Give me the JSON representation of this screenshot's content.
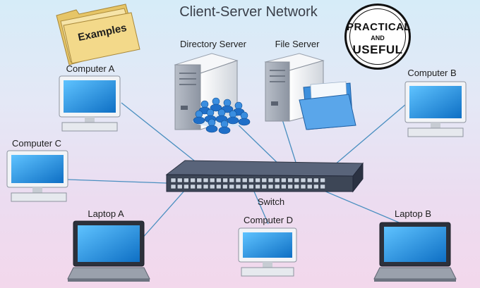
{
  "title": "Client-Server Network",
  "folder": {
    "label": "Examples"
  },
  "badge": {
    "line1": "PRACTICAL",
    "line2": "AND",
    "line3": "USEFUL"
  },
  "nodes": {
    "computer_a": "Computer A",
    "computer_b": "Computer B",
    "computer_c": "Computer C",
    "computer_d": "Computer D",
    "laptop_a": "Laptop A",
    "laptop_b": "Laptop B",
    "directory_server": "Directory Server",
    "file_server": "File Server",
    "switch": "Switch"
  },
  "colors": {
    "cable": "#4a8fc0",
    "screen": "#1a86d8",
    "switch_body": "#3d4656",
    "server_body": "#eef0f3",
    "folder": "#f3d98a"
  }
}
